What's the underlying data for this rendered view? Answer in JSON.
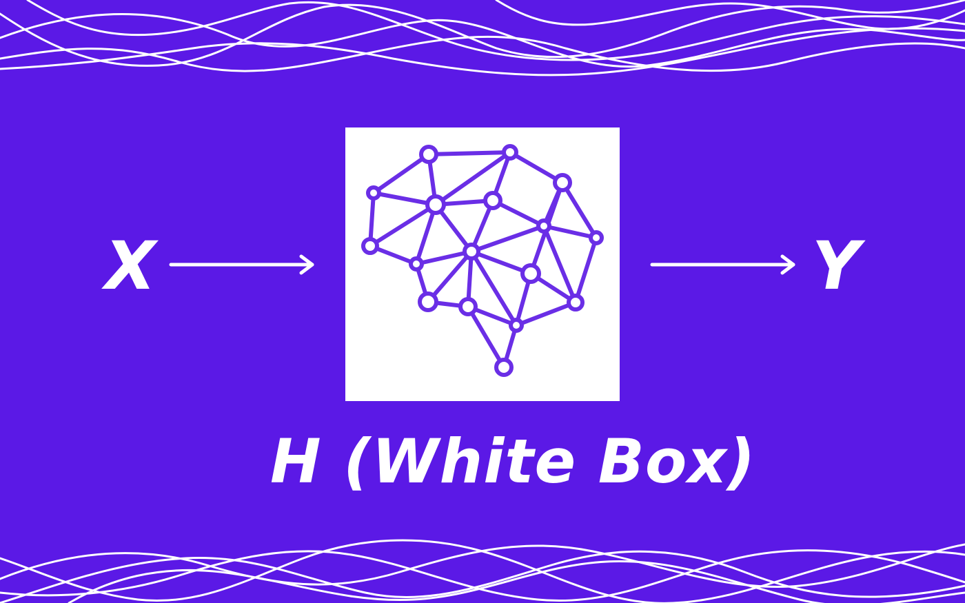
{
  "colors": {
    "background": "#5b19e6",
    "foreground": "#ffffff",
    "network": "#6a2ee6"
  },
  "diagram": {
    "input_label": "X",
    "output_label": "Y",
    "caption": "H (White Box)",
    "model_icon": "brain-network-icon"
  }
}
